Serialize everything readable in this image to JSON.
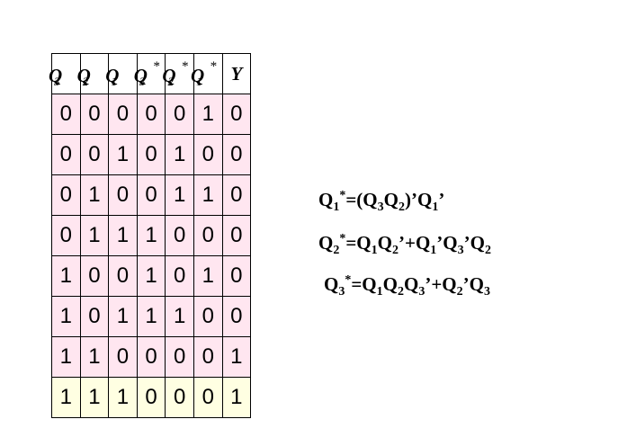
{
  "table": {
    "headers": [
      {
        "name": "Q",
        "sub": "3",
        "sup": ""
      },
      {
        "name": "Q",
        "sub": "2",
        "sup": ""
      },
      {
        "name": "Q",
        "sub": "1",
        "sup": ""
      },
      {
        "name": "Q",
        "sub": "3",
        "sup": "*"
      },
      {
        "name": "Q",
        "sub": "2",
        "sup": "*"
      },
      {
        "name": "Q",
        "sub": "1",
        "sup": "*"
      },
      {
        "name": "Y",
        "sub": "",
        "sup": ""
      }
    ],
    "rows": [
      [
        "0",
        "0",
        "0",
        "0",
        "0",
        "1",
        "0"
      ],
      [
        "0",
        "0",
        "1",
        "0",
        "1",
        "0",
        "0"
      ],
      [
        "0",
        "1",
        "0",
        "0",
        "1",
        "1",
        "0"
      ],
      [
        "0",
        "1",
        "1",
        "1",
        "0",
        "0",
        "0"
      ],
      [
        "1",
        "0",
        "0",
        "1",
        "0",
        "1",
        "0"
      ],
      [
        "1",
        "0",
        "1",
        "1",
        "1",
        "0",
        "0"
      ],
      [
        "1",
        "1",
        "0",
        "0",
        "0",
        "0",
        "1"
      ],
      [
        "1",
        "1",
        "1",
        "0",
        "0",
        "0",
        "1"
      ]
    ],
    "row_colors": {
      "normal": "#ffe6f0",
      "last": "#ffffe2"
    }
  },
  "equations": {
    "q1": {
      "lhs": "Q",
      "lhs_sub": "1",
      "lhs_sup": "*",
      "p1": "=(Q",
      "s1": "3",
      "p2": "Q",
      "s2": "2",
      "p3": ")’Q",
      "s3": "1",
      "p4": "’"
    },
    "q2": {
      "lhs": "Q",
      "lhs_sub": "2",
      "lhs_sup": "*",
      "p1": "=Q",
      "s1": "1",
      "p2": "Q",
      "s2": "2",
      "p3": "’+Q",
      "s3": "1",
      "p4": "’Q",
      "s4": "3",
      "p5": "’Q",
      "s5": "2"
    },
    "q3": {
      "lhs": "Q",
      "lhs_sub": "3",
      "lhs_sup": "*",
      "p1": "=Q",
      "s1": "1",
      "p2": "Q",
      "s2": "2",
      "p3": "Q",
      "s3": "3",
      "p4": "’+Q",
      "s4": "2",
      "p5": "’Q",
      "s5": "3"
    }
  }
}
